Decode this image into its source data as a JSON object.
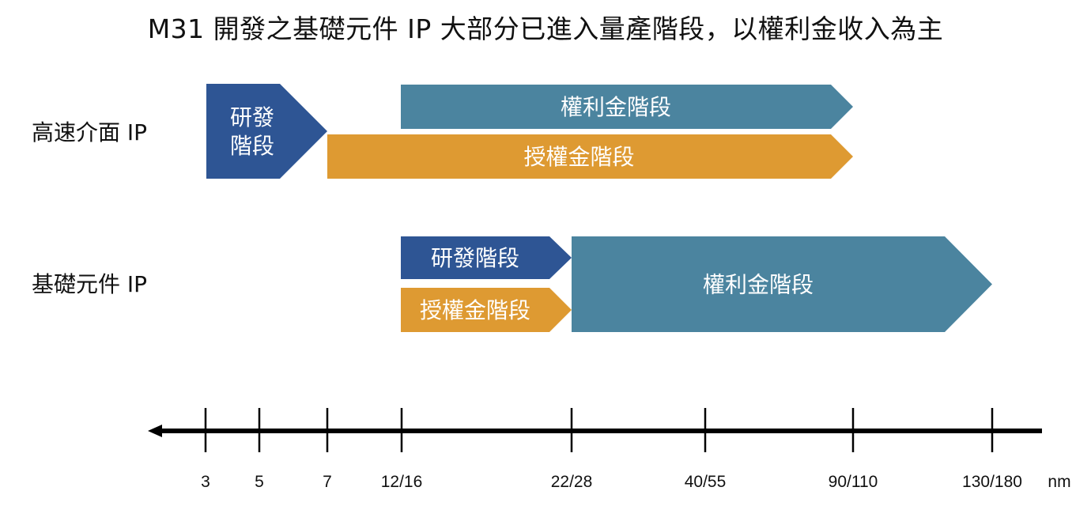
{
  "title": "M31 開發之基礎元件 IP 大部分已進入量產階段，以權利金收入為主",
  "colors": {
    "rd": "#2e5594",
    "royalty": "#4b849f",
    "license": "#de9a32",
    "axis": "#000000"
  },
  "rows": [
    {
      "label": "高速介面 IP",
      "phases": [
        {
          "name": "研發階段",
          "lines": [
            "研發",
            "階段"
          ],
          "type": "rd",
          "start": "3",
          "end": "7"
        },
        {
          "name": "權利金階段",
          "lines": [
            "權利金階段"
          ],
          "type": "royalty",
          "start": "12/16",
          "end": "90/110"
        },
        {
          "name": "授權金階段",
          "lines": [
            "授權金階段"
          ],
          "type": "license",
          "start": "7",
          "end": "90/110"
        }
      ]
    },
    {
      "label": "基礎元件 IP",
      "phases": [
        {
          "name": "研發階段",
          "lines": [
            "研發階段"
          ],
          "type": "rd",
          "start": "12/16",
          "end": "22/28"
        },
        {
          "name": "授權金階段",
          "lines": [
            "授權金階段"
          ],
          "type": "license",
          "start": "12/16",
          "end": "22/28"
        },
        {
          "name": "權利金階段",
          "lines": [
            "權利金階段"
          ],
          "type": "royalty",
          "start": "22/28",
          "end": "130/180"
        }
      ]
    }
  ],
  "axis": {
    "direction": "decreasing-to-left",
    "ticks": [
      "3",
      "5",
      "7",
      "12/16",
      "22/28",
      "40/55",
      "90/110",
      "130/180"
    ],
    "unit": "nm"
  }
}
